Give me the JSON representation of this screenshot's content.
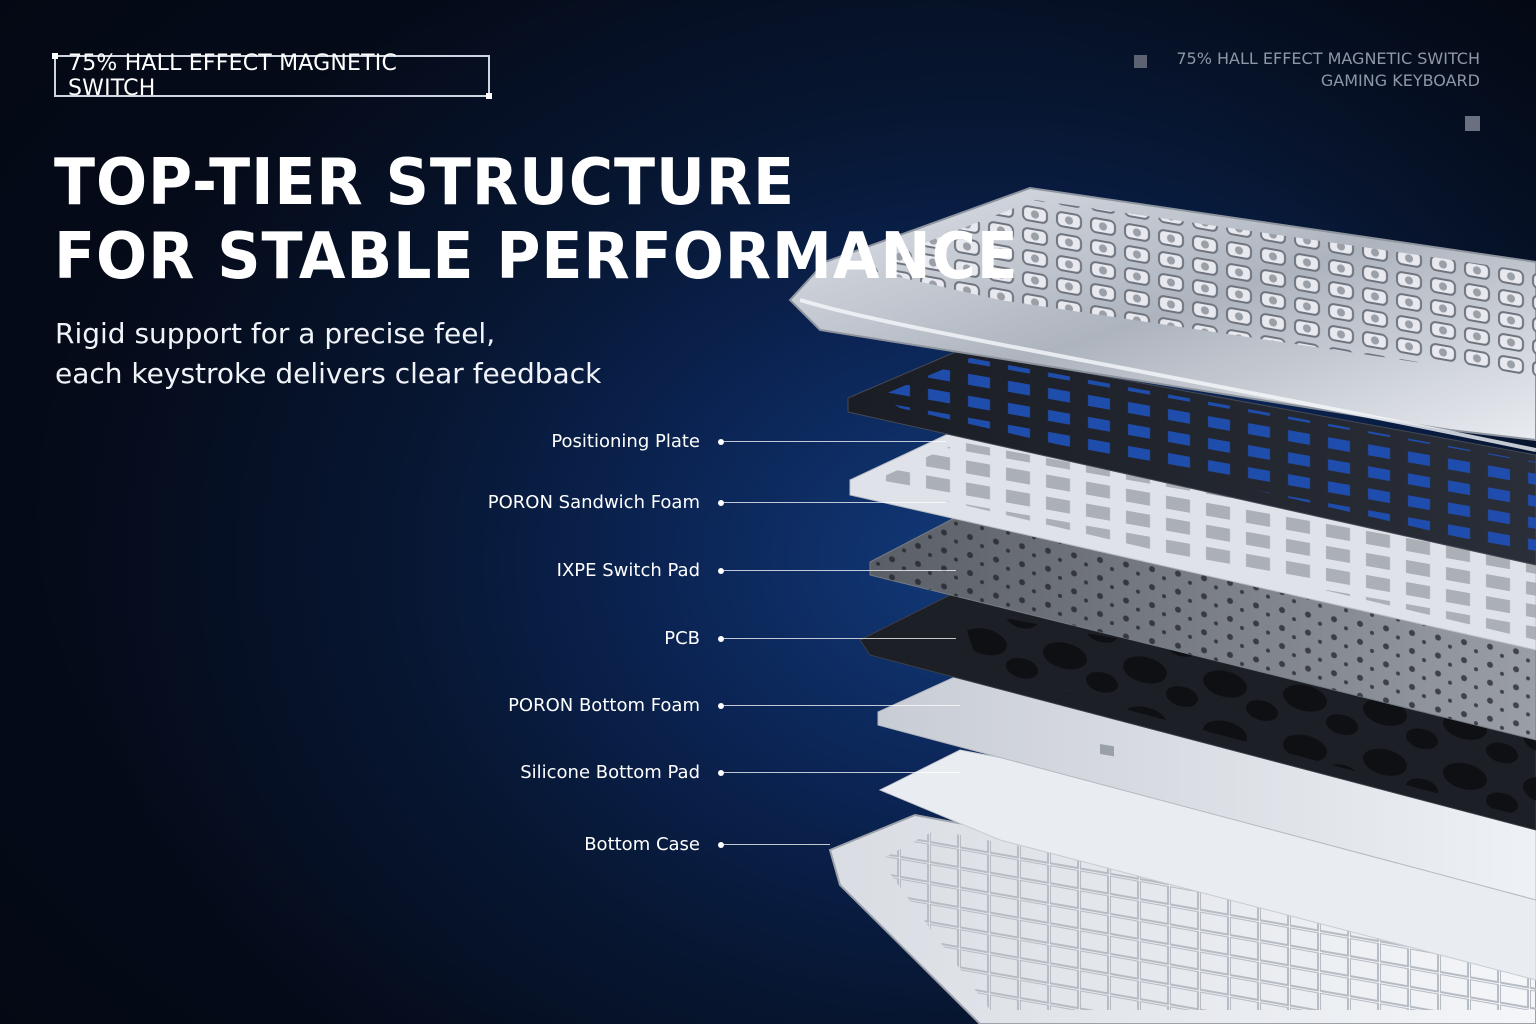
{
  "badge": {
    "label": "75% HALL EFFECT MAGNETIC SWITCH"
  },
  "top_right": {
    "line1": "75% HALL EFFECT MAGNETIC SWITCH",
    "line2": "GAMING KEYBOARD"
  },
  "headline": {
    "line1": "TOP-TIER STRUCTURE",
    "line2": "FOR STABLE PERFORMANCE"
  },
  "subline": {
    "line1": "Rigid support for a precise feel,",
    "line2": "each keystroke delivers clear feedback"
  },
  "layers": [
    {
      "label": "Positioning Plate"
    },
    {
      "label": "PORON Sandwich Foam"
    },
    {
      "label": "IXPE Switch Pad"
    },
    {
      "label": "PCB"
    },
    {
      "label": "PORON Bottom Foam"
    },
    {
      "label": "Silicone Bottom Pad"
    },
    {
      "label": "Bottom Case"
    }
  ],
  "colors": {
    "background": "#0b2454",
    "text": "#ffffff",
    "muted_text": "#8f97a6"
  }
}
